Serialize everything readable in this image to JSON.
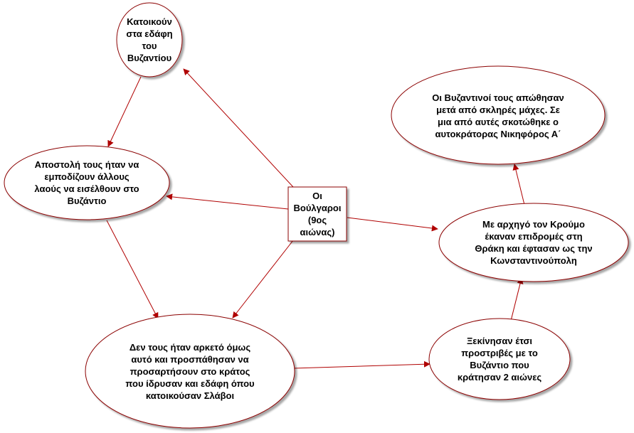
{
  "diagram": {
    "center": {
      "text": "Οι\nΒούλγαροι\n(9ος\nαιώνας)"
    },
    "nodes": {
      "settled": {
        "text": "Κατοικούν\nστα εδάφη\nτου\nΒυζαντίου"
      },
      "mission": {
        "text": "Αποστολή τους ήταν να\nεμποδίζουν άλλους\nλαούς να εισέλθουν στο\nΒυζάντιο"
      },
      "not_enough": {
        "text": "Δεν τους ήταν αρκετό όμως\nαυτό και προσπάθησαν να\nπροσαρτήσουν στο κράτος\nπου ίδρυσαν και εδάφη όπου\nκατοικούσαν Σλάβοι"
      },
      "conflicts": {
        "text": "Ξεκίνησαν έτσι\nπροστριβές με το\nΒυζάντιο που\nκράτησαν 2 αιώνες"
      },
      "krum": {
        "text": "Με αρχηγό τον Κρούμο\nέκαναν επιδρομές στη\nΘράκη και έφτασαν ως την\nΚωνσταντινούπολη"
      },
      "repelled": {
        "text": "Οι Βυζαντινοί τους απώθησαν\nμετά από σκληρές μάχες. Σε\nμια από αυτές σκοτώθηκε ο\nαυτοκράτορας Νικηφόρος Α΄"
      }
    },
    "colors": {
      "ellipse_stroke": "#8b0000",
      "arrow": "#b00000",
      "box_stroke": "#8b0000",
      "fill": "#ffffff"
    }
  }
}
